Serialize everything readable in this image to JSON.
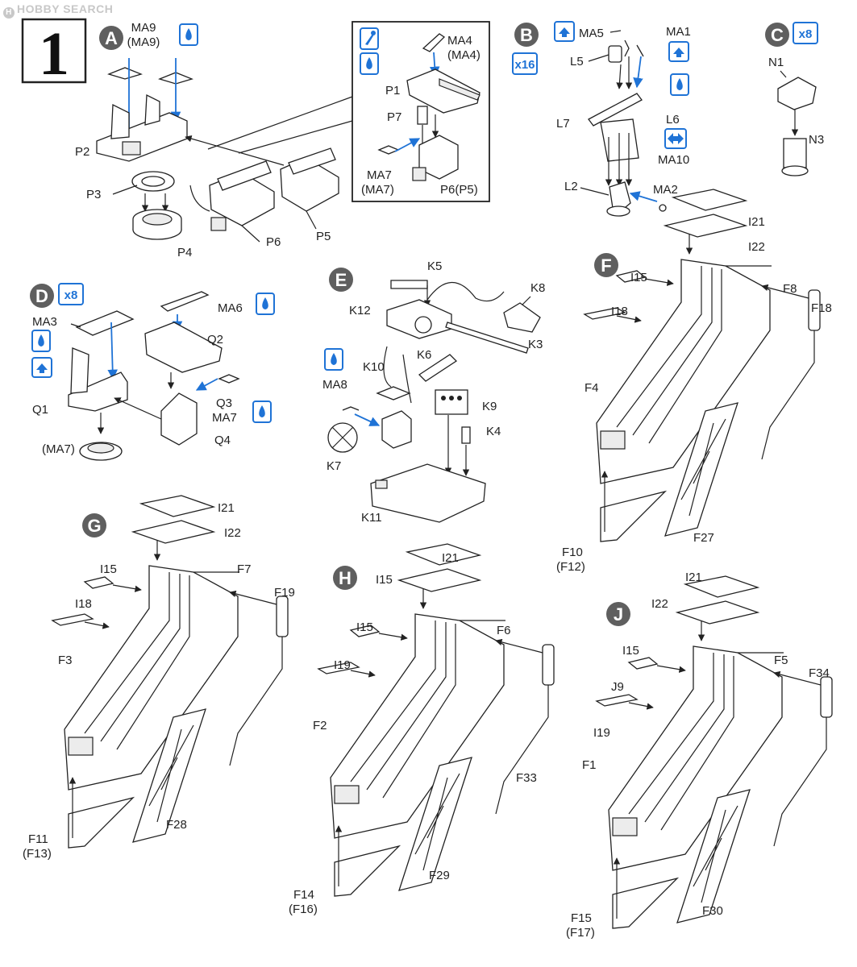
{
  "watermark": "HOBBY SEARCH",
  "step_number": "1",
  "sections": {
    "A": {
      "letter": "A",
      "labels": [
        "MA9",
        "(MA9)",
        "P2",
        "P3",
        "P4",
        "P6",
        "P5"
      ],
      "inset_labels": [
        "MA4",
        "(MA4)",
        "P1",
        "P7",
        "MA7",
        "(MA7)",
        "P6(P5)"
      ]
    },
    "B": {
      "letter": "B",
      "qty": "x16",
      "labels": [
        "MA5",
        "MA1",
        "L5",
        "L7",
        "L6",
        "MA10",
        "L2",
        "MA2"
      ]
    },
    "C": {
      "letter": "C",
      "qty": "x8",
      "labels": [
        "N1",
        "N3"
      ]
    },
    "D": {
      "letter": "D",
      "qty": "x8",
      "labels": [
        "MA3",
        "MA6",
        "Q2",
        "Q1",
        "Q4",
        "Q3",
        "MA7",
        "(MA7)"
      ]
    },
    "E": {
      "letter": "E",
      "labels": [
        "K5",
        "K8",
        "K12",
        "K3",
        "K6",
        "K10",
        "MA8",
        "K9",
        "K4",
        "K7",
        "K11"
      ]
    },
    "F": {
      "letter": "F",
      "labels": [
        "I21",
        "I22",
        "I15",
        "F8",
        "F18",
        "I18",
        "F4",
        "F10",
        "(F12)",
        "F27"
      ]
    },
    "G": {
      "letter": "G",
      "labels": [
        "I21",
        "I22",
        "I15",
        "F7",
        "F19",
        "I18",
        "F3",
        "F11",
        "(F13)",
        "F28"
      ]
    },
    "H": {
      "letter": "H",
      "labels": [
        "I21",
        "I15",
        "F6",
        "I15",
        "I19",
        "F2",
        "F33",
        "F14",
        "(F16)",
        "F29"
      ]
    },
    "J": {
      "letter": "J",
      "labels": [
        "I21",
        "I22",
        "I15",
        "F5",
        "F34",
        "J9",
        "I19",
        "F1",
        "F15",
        "(F17)",
        "F30"
      ]
    }
  },
  "symbols": {
    "glue": "glue-drop",
    "flip": "flip-arrow",
    "cement": "cement-brush",
    "reversible": "two-way-arrow"
  },
  "colors": {
    "ink": "#222222",
    "accent": "#1f73d6",
    "badge_fill": "#5f5f5f",
    "watermark": "#c8c8c8"
  }
}
